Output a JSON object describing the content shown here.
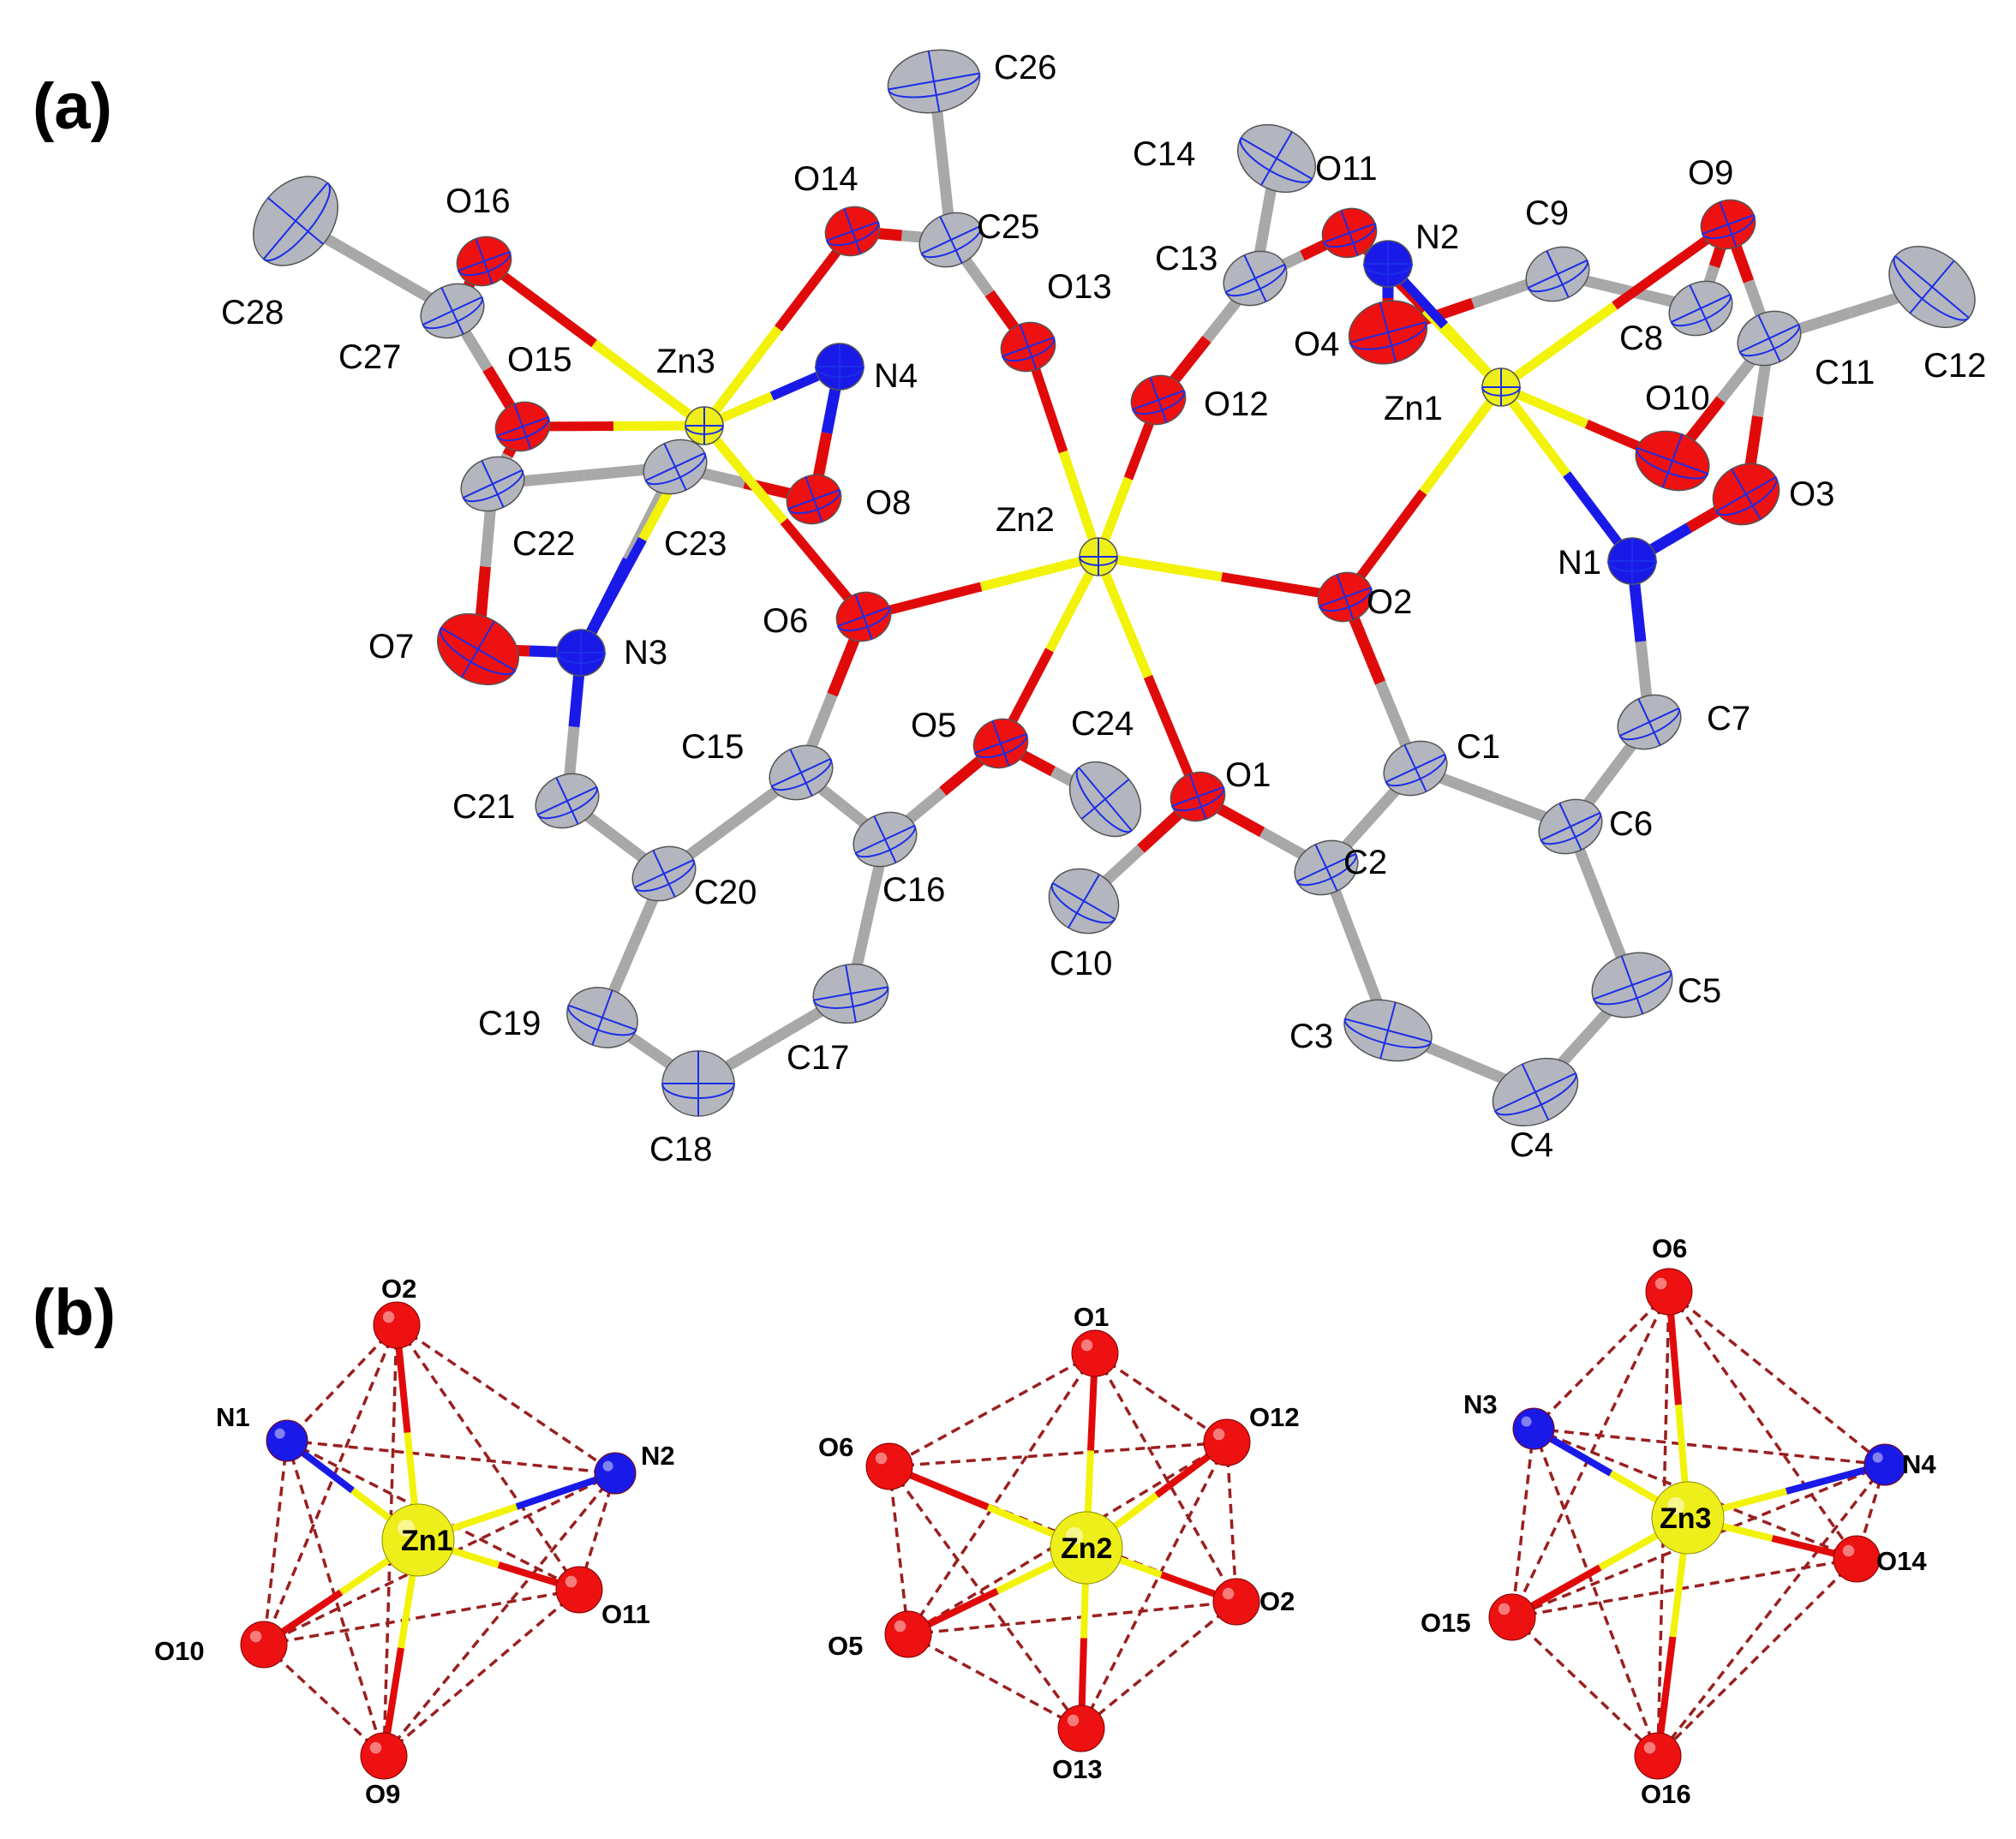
{
  "panels": {
    "a": {
      "label": "(a)"
    },
    "b": {
      "label": "(b)"
    }
  },
  "colors": {
    "carbon": "#b4b6bf",
    "oxygen": "#ee1111",
    "nitrogen": "#1a1ae8",
    "zinc": "#eeee1a",
    "bond_carbon": "#a8a8a8",
    "bond_oxygen": "#e00a0a",
    "bond_nitrogen": "#1a1ae8",
    "bond_zinc": "#f2f20a",
    "polyhedron_edge": "#9a1f1f",
    "ellipsoid_axes": "#1a2ee8",
    "background": "#ffffff"
  },
  "panel_a": {
    "atoms": [
      {
        "id": "Zn1",
        "el": "Zn"
      },
      {
        "id": "Zn2",
        "el": "Zn"
      },
      {
        "id": "Zn3",
        "el": "Zn"
      },
      {
        "id": "O1",
        "el": "O"
      },
      {
        "id": "O2",
        "el": "O"
      },
      {
        "id": "O3",
        "el": "O"
      },
      {
        "id": "O4",
        "el": "O"
      },
      {
        "id": "O5",
        "el": "O"
      },
      {
        "id": "O6",
        "el": "O"
      },
      {
        "id": "O7",
        "el": "O"
      },
      {
        "id": "O8",
        "el": "O"
      },
      {
        "id": "O9",
        "el": "O"
      },
      {
        "id": "O10",
        "el": "O"
      },
      {
        "id": "O11",
        "el": "O"
      },
      {
        "id": "O12",
        "el": "O"
      },
      {
        "id": "O13",
        "el": "O"
      },
      {
        "id": "O14",
        "el": "O"
      },
      {
        "id": "O15",
        "el": "O"
      },
      {
        "id": "O16",
        "el": "O"
      },
      {
        "id": "N1",
        "el": "N"
      },
      {
        "id": "N2",
        "el": "N"
      },
      {
        "id": "N3",
        "el": "N"
      },
      {
        "id": "N4",
        "el": "N"
      },
      {
        "id": "C1",
        "el": "C"
      },
      {
        "id": "C2",
        "el": "C"
      },
      {
        "id": "C3",
        "el": "C"
      },
      {
        "id": "C4",
        "el": "C"
      },
      {
        "id": "C5",
        "el": "C"
      },
      {
        "id": "C6",
        "el": "C"
      },
      {
        "id": "C7",
        "el": "C"
      },
      {
        "id": "C8",
        "el": "C"
      },
      {
        "id": "C9",
        "el": "C"
      },
      {
        "id": "C10",
        "el": "C"
      },
      {
        "id": "C11",
        "el": "C"
      },
      {
        "id": "C12",
        "el": "C"
      },
      {
        "id": "C13",
        "el": "C"
      },
      {
        "id": "C14",
        "el": "C"
      },
      {
        "id": "C15",
        "el": "C"
      },
      {
        "id": "C16",
        "el": "C"
      },
      {
        "id": "C17",
        "el": "C"
      },
      {
        "id": "C18",
        "el": "C"
      },
      {
        "id": "C19",
        "el": "C"
      },
      {
        "id": "C20",
        "el": "C"
      },
      {
        "id": "C21",
        "el": "C"
      },
      {
        "id": "C22",
        "el": "C"
      },
      {
        "id": "C23",
        "el": "C"
      },
      {
        "id": "C24",
        "el": "C"
      },
      {
        "id": "C25",
        "el": "C"
      },
      {
        "id": "C26",
        "el": "C"
      },
      {
        "id": "C27",
        "el": "C"
      },
      {
        "id": "C28",
        "el": "C"
      }
    ],
    "bonds": [
      [
        "C1",
        "C2"
      ],
      [
        "C2",
        "C3"
      ],
      [
        "C3",
        "C4"
      ],
      [
        "C4",
        "C5"
      ],
      [
        "C5",
        "C6"
      ],
      [
        "C6",
        "C1"
      ],
      [
        "C1",
        "O2"
      ],
      [
        "C2",
        "O1"
      ],
      [
        "C6",
        "C7"
      ],
      [
        "C7",
        "N1"
      ],
      [
        "N1",
        "O3"
      ],
      [
        "O3",
        "C11"
      ],
      [
        "C11",
        "C12"
      ],
      [
        "C11",
        "O10"
      ],
      [
        "C8",
        "O9"
      ],
      [
        "O9",
        "C11"
      ],
      [
        "C8",
        "C9"
      ],
      [
        "C9",
        "O4"
      ],
      [
        "O4",
        "N2"
      ],
      [
        "C13",
        "O11"
      ],
      [
        "C13",
        "O12"
      ],
      [
        "C13",
        "C14"
      ],
      [
        "O5",
        "C24"
      ],
      [
        "O1",
        "C10"
      ],
      [
        "C15",
        "C16"
      ],
      [
        "C16",
        "C17"
      ],
      [
        "C17",
        "C18"
      ],
      [
        "C18",
        "C19"
      ],
      [
        "C19",
        "C20"
      ],
      [
        "C20",
        "C15"
      ],
      [
        "C15",
        "O6"
      ],
      [
        "C16",
        "O5"
      ],
      [
        "C20",
        "C21"
      ],
      [
        "C21",
        "N3"
      ],
      [
        "N3",
        "O7"
      ],
      [
        "O7",
        "C22"
      ],
      [
        "C22",
        "O15"
      ],
      [
        "C22",
        "C23"
      ],
      [
        "C23",
        "O8"
      ],
      [
        "O8",
        "N4"
      ],
      [
        "N3",
        "C23"
      ],
      [
        "C25",
        "O14"
      ],
      [
        "C25",
        "O13"
      ],
      [
        "C25",
        "C26"
      ],
      [
        "C27",
        "O16"
      ],
      [
        "C27",
        "O15"
      ],
      [
        "C27",
        "C28"
      ],
      [
        "Zn1",
        "O2"
      ],
      [
        "Zn1",
        "O9"
      ],
      [
        "Zn1",
        "O10"
      ],
      [
        "Zn1",
        "O11"
      ],
      [
        "Zn1",
        "N1"
      ],
      [
        "Zn1",
        "N2"
      ],
      [
        "Zn2",
        "O1"
      ],
      [
        "Zn2",
        "O2"
      ],
      [
        "Zn2",
        "O5"
      ],
      [
        "Zn2",
        "O6"
      ],
      [
        "Zn2",
        "O12"
      ],
      [
        "Zn2",
        "O13"
      ],
      [
        "Zn3",
        "O6"
      ],
      [
        "Zn3",
        "O14"
      ],
      [
        "Zn3",
        "O15"
      ],
      [
        "Zn3",
        "O16"
      ],
      [
        "Zn3",
        "N3"
      ],
      [
        "Zn3",
        "N4"
      ]
    ]
  },
  "panel_b": {
    "polyhedra": [
      {
        "center": "Zn1",
        "vertices": [
          "O2",
          "N1",
          "N2",
          "O10",
          "O11",
          "O9"
        ]
      },
      {
        "center": "Zn2",
        "vertices": [
          "O1",
          "O6",
          "O12",
          "O5",
          "O2",
          "O13"
        ]
      },
      {
        "center": "Zn3",
        "vertices": [
          "O6",
          "N3",
          "N4",
          "O15",
          "O14",
          "O16"
        ]
      }
    ]
  }
}
